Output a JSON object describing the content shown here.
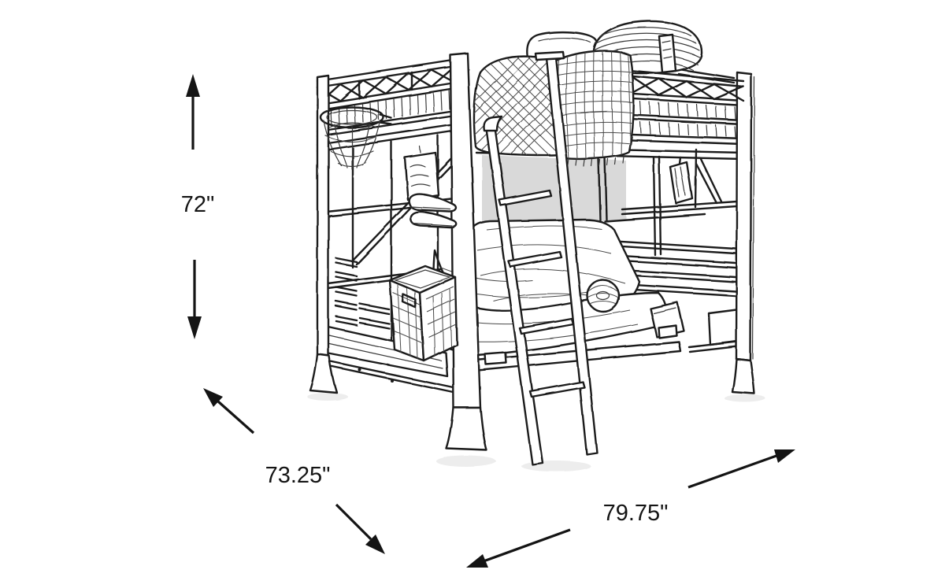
{
  "figure": {
    "alt": "Line sketch of a loft bed with futon, basketball hoop and ladder, annotated with overall dimensions",
    "dimensions": {
      "height": {
        "label": "72\""
      },
      "depth": {
        "label": "73.25\""
      },
      "width": {
        "label": "79.75\""
      }
    },
    "colors": {
      "background": "#ffffff",
      "line": "#1a1a1a",
      "shading": "#d9d9d9",
      "text": "#141414"
    }
  }
}
